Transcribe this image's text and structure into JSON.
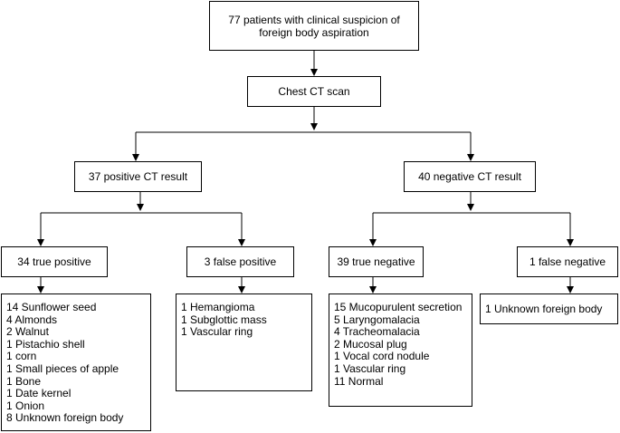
{
  "root": {
    "line1": "77 patients with clinical suspicion of",
    "line2": "foreign body aspiration"
  },
  "ct_scan": "Chest CT scan",
  "positive": {
    "label": "37 positive CT result",
    "true_positive": {
      "label": "34 true positive",
      "items": [
        "14 Sunflower seed",
        "4 Almonds",
        "2 Walnut",
        "1 Pistachio shell",
        "1 corn",
        "1 Small pieces of apple",
        "1 Bone",
        "1 Date kernel",
        "1 Onion",
        "8 Unknown foreign body"
      ]
    },
    "false_positive": {
      "label": "3 false positive",
      "items": [
        "1 Hemangioma",
        "1 Subglottic mass",
        "1 Vascular ring"
      ]
    }
  },
  "negative": {
    "label": "40 negative CT result",
    "true_negative": {
      "label": "39 true negative",
      "items": [
        "15 Mucopurulent secretion",
        "5 Laryngomalacia",
        "4 Tracheomalacia",
        "2 Mucosal plug",
        "1 Vocal cord nodule",
        "1 Vascular ring",
        "11 Normal"
      ]
    },
    "false_negative": {
      "label": "1 false negative",
      "items": [
        "1 Unknown foreign body"
      ]
    }
  }
}
